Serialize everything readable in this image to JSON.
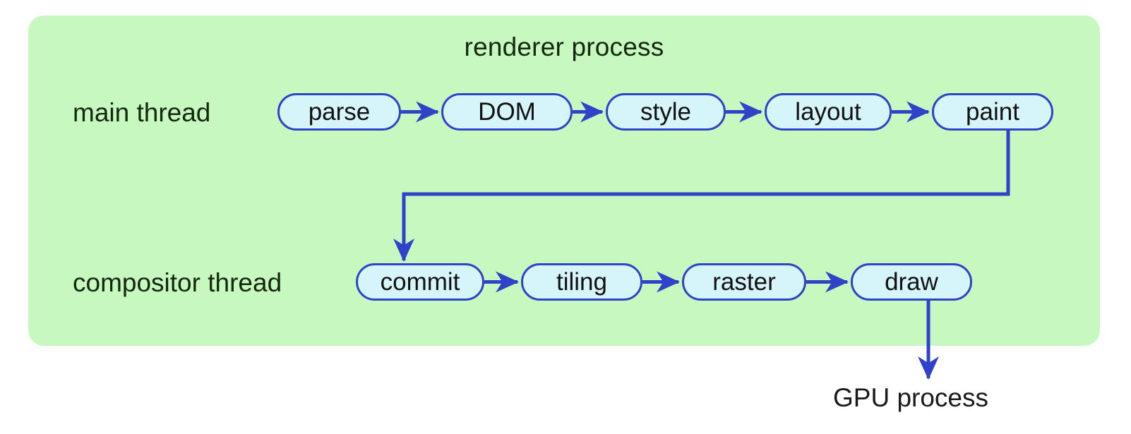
{
  "diagram": {
    "title": "renderer process",
    "background_color": "#ffffff",
    "process_box_color": "#c6f8c0",
    "node_fill_color": "#d6f5fb",
    "node_border_color": "#2f42c8",
    "arrow_color": "#2f42c8",
    "text_color": "#15280f"
  },
  "lanes": [
    {
      "label": "main thread"
    },
    {
      "label": "compositor thread"
    }
  ],
  "main_thread_nodes": [
    {
      "label": "parse"
    },
    {
      "label": "DOM"
    },
    {
      "label": "style"
    },
    {
      "label": "layout"
    },
    {
      "label": "paint"
    }
  ],
  "compositor_thread_nodes": [
    {
      "label": "commit"
    },
    {
      "label": "tiling"
    },
    {
      "label": "raster"
    },
    {
      "label": "draw"
    }
  ],
  "external": {
    "gpu_process_label": "GPU process"
  },
  "chart_data": {
    "type": "diagram",
    "title": "renderer process",
    "nodes": [
      {
        "id": "parse",
        "label": "parse",
        "lane": "main thread"
      },
      {
        "id": "dom",
        "label": "DOM",
        "lane": "main thread"
      },
      {
        "id": "style",
        "label": "style",
        "lane": "main thread"
      },
      {
        "id": "layout",
        "label": "layout",
        "lane": "main thread"
      },
      {
        "id": "paint",
        "label": "paint",
        "lane": "main thread"
      },
      {
        "id": "commit",
        "label": "commit",
        "lane": "compositor thread"
      },
      {
        "id": "tiling",
        "label": "tiling",
        "lane": "compositor thread"
      },
      {
        "id": "raster",
        "label": "raster",
        "lane": "compositor thread"
      },
      {
        "id": "draw",
        "label": "draw",
        "lane": "compositor thread"
      },
      {
        "id": "gpu",
        "label": "GPU process",
        "lane": "external"
      }
    ],
    "edges": [
      {
        "from": "parse",
        "to": "dom"
      },
      {
        "from": "dom",
        "to": "style"
      },
      {
        "from": "style",
        "to": "layout"
      },
      {
        "from": "layout",
        "to": "paint"
      },
      {
        "from": "paint",
        "to": "commit"
      },
      {
        "from": "commit",
        "to": "tiling"
      },
      {
        "from": "tiling",
        "to": "raster"
      },
      {
        "from": "raster",
        "to": "draw"
      },
      {
        "from": "draw",
        "to": "gpu"
      }
    ]
  }
}
